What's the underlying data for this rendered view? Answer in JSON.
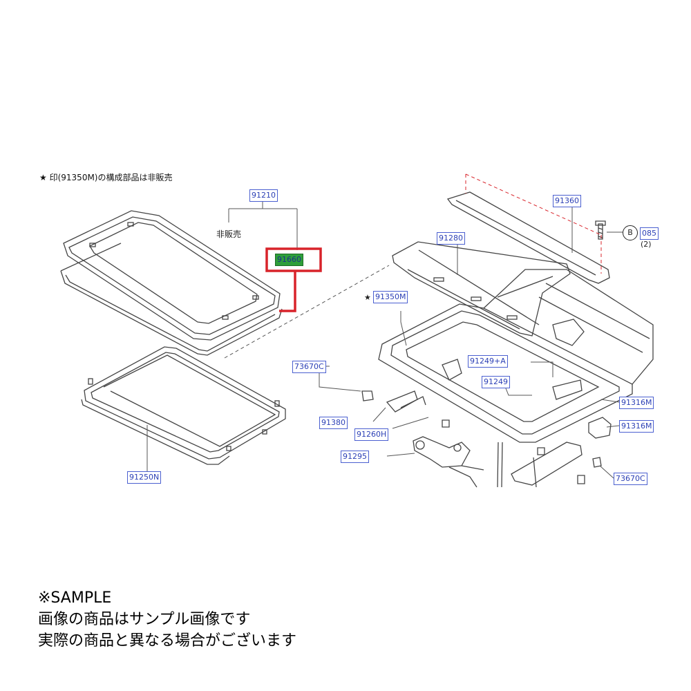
{
  "note": {
    "star": "★",
    "text": "印(91350M)の構成部品は非販売"
  },
  "not_for_sale_label": "非販売",
  "part_labels": {
    "p91210": "91210",
    "p91660": "91660",
    "p91250N": "91250N",
    "p91360": "91360",
    "p91280": "91280",
    "p91350M": "91350M",
    "p73670C_left": "73670C",
    "p91380": "91380",
    "p91260H": "91260H",
    "p91295": "91295",
    "p91249A": "91249+A",
    "p91249": "91249",
    "p91316M_1": "91316M",
    "p91316M_2": "91316M",
    "p73670C_right": "73670C",
    "p085": "085"
  },
  "star_91350M": "★",
  "bolt_ref": {
    "letter": "B",
    "qty": "(2)"
  },
  "sample_notice": {
    "line1": "※SAMPLE",
    "line2": "画像の商品はサンプル画像です",
    "line3": "実際の商品と異なる場合がございます"
  },
  "colors": {
    "label_text": "#2b3fb5",
    "highlight_fill": "#2e9e3a",
    "highlight_box": "#d8232a",
    "line_art": "#444444"
  }
}
